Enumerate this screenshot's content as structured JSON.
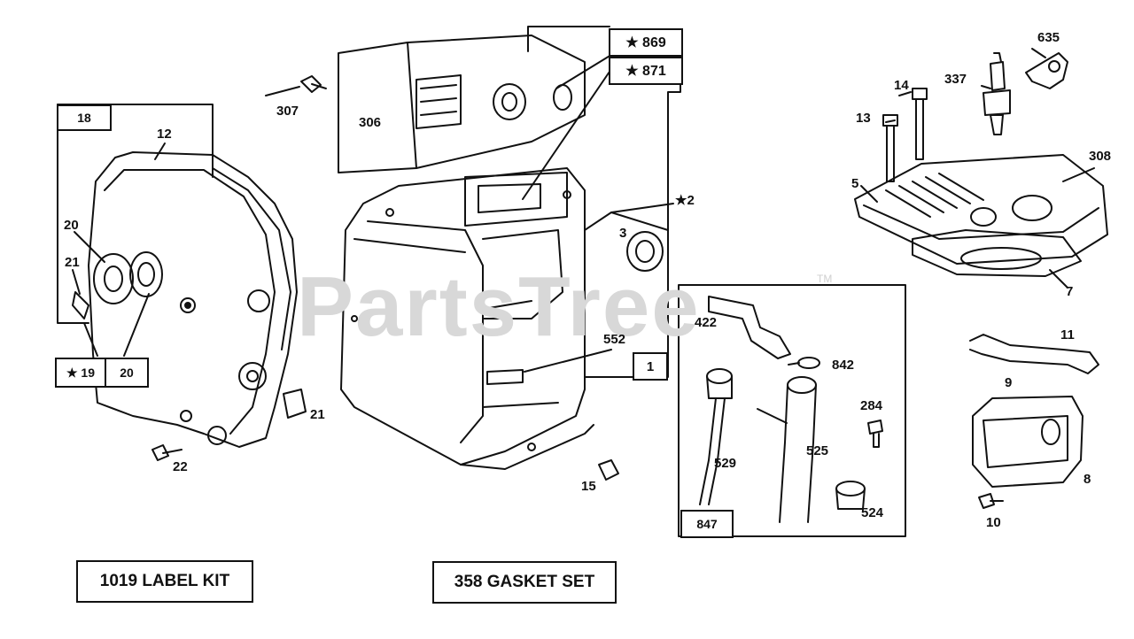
{
  "watermark": {
    "text": "PartsTree",
    "trademark": "TM"
  },
  "kits": {
    "label_kit": "1019 LABEL KIT",
    "gasket_set": "358 GASKET SET"
  },
  "boxed_labels": {
    "b18": "18",
    "b19": "★ 19",
    "b20": "20",
    "b869": "★ 869",
    "b871": "★ 871",
    "b1": "1",
    "b847": "847"
  },
  "part_labels": {
    "p12": "12",
    "p20": "20",
    "p21a": "21",
    "p21b": "21",
    "p22": "22",
    "p307": "307",
    "p306": "306",
    "p2": "★2",
    "p3": "3",
    "p552": "552",
    "p15": "15",
    "p635": "635",
    "p337": "337",
    "p14": "14",
    "p13": "13",
    "p308": "308",
    "p5": "5",
    "p7": "7",
    "p422": "422",
    "p842": "842",
    "p284": "284",
    "p529": "529",
    "p525": "525",
    "p524": "524",
    "p11": "11",
    "p9": "9",
    "p8": "8",
    "p10": "10"
  },
  "colors": {
    "ink": "#111111",
    "watermark": "#d8d8d8",
    "background": "#ffffff"
  }
}
